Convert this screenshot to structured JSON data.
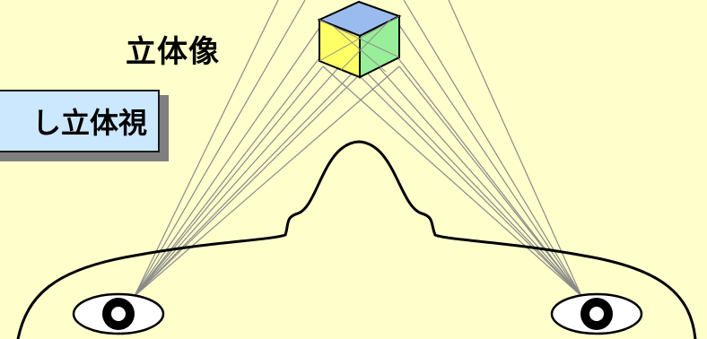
{
  "labels": {
    "stereo_image": "立体像",
    "method_box": "し立体視"
  },
  "colors": {
    "background": "#ffffcc",
    "box_fill": "#cce8ff",
    "cube_top": "#99bbee",
    "cube_left": "#ffff66",
    "cube_right": "#99ee99",
    "ray_line": "#8a8a8a",
    "outline": "#000000"
  },
  "icons": {
    "cube": "cube-icon",
    "left_eye": "eye-icon",
    "right_eye": "eye-icon",
    "face": "face-outline"
  }
}
